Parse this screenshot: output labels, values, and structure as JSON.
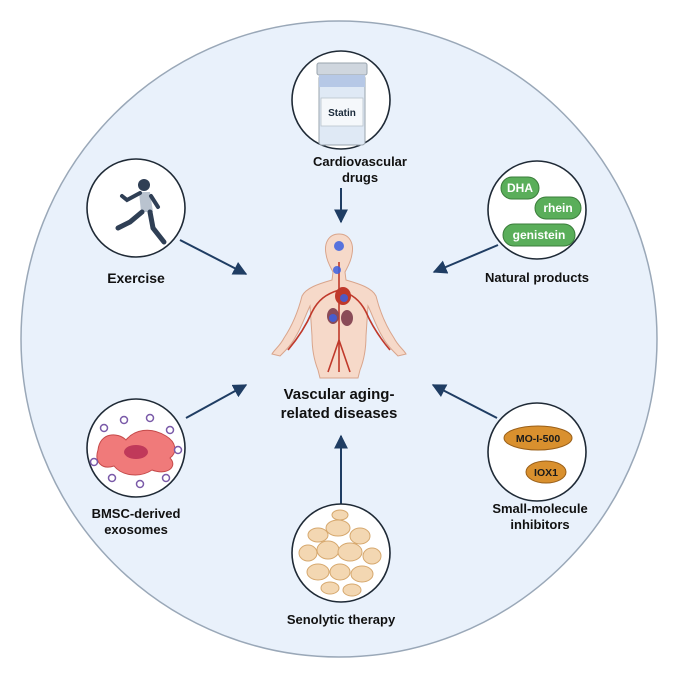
{
  "center": {
    "line1": "Vascular aging-",
    "line2": "related diseases"
  },
  "interventions": {
    "cardio": {
      "line1": "Cardiovascular",
      "line2": "drugs",
      "vial_label": "Statin"
    },
    "natural": {
      "label": "Natural products",
      "pills": [
        "DHA",
        "rhein",
        "genistein"
      ]
    },
    "exercise": {
      "label": "Exercise"
    },
    "bmsc": {
      "line1": "BMSC-derived",
      "line2": "exosomes"
    },
    "senolytic": {
      "label": "Senolytic therapy"
    },
    "small_molecule": {
      "line1": "Small-molecule",
      "line2": "inhibitors",
      "pills": [
        "MO-I-500",
        "IOX1"
      ]
    }
  },
  "colors": {
    "outer_circle_fill": "#e9f1fb",
    "outer_circle_stroke": "#9aa8b8",
    "arrow": "#1f3d63",
    "pill_green": "#5aae5a",
    "pill_orange": "#d9902e",
    "artery_red": "#c0392b",
    "skin": "#f6d9c9"
  }
}
